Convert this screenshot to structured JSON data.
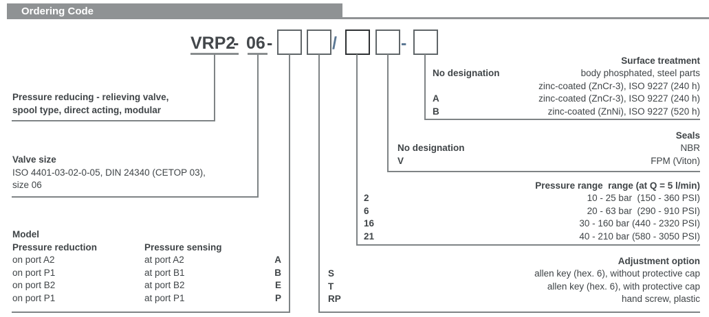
{
  "header": {
    "title": "Ordering Code"
  },
  "code": {
    "prefix": "VRP2",
    "dash1": "-",
    "size": "06",
    "dash2": "-",
    "slash": "/",
    "dash3": "-"
  },
  "sections": {
    "product": {
      "line1": "Pressure reducing - relieving valve,",
      "line2": "spool type, direct acting, modular"
    },
    "valve_size": {
      "title": "Valve size",
      "line1": "ISO 4401-03-02-0-05, DIN 24340 (CETOP 03),",
      "line2": "size 06"
    },
    "model": {
      "title": "Model",
      "col1_header": "Pressure reduction",
      "col2_header": "Pressure sensing",
      "rows": [
        {
          "reduction": "on port A2",
          "sensing": "at port A2",
          "code": "A"
        },
        {
          "reduction": "on port P1",
          "sensing": "at port B1",
          "code": "B"
        },
        {
          "reduction": "on port B2",
          "sensing": "at port B2",
          "code": "E"
        },
        {
          "reduction": "on port P1",
          "sensing": "at port P1",
          "code": "P"
        }
      ]
    },
    "adjustment": {
      "title": "Adjustment option",
      "rows": [
        {
          "code": "S",
          "desc": "allen key (hex. 6), without protective cap"
        },
        {
          "code": "T",
          "desc": "allen key (hex. 6), with protective cap"
        },
        {
          "code": "RP",
          "desc": "hand screw, plastic"
        }
      ]
    },
    "pressure_range": {
      "title": "Pressure range  range (at Q = 5 l/min)",
      "rows": [
        {
          "code": "2",
          "desc": "10 - 25 bar  (150 - 360 PSI)"
        },
        {
          "code": "6",
          "desc": "20 - 63 bar  (290 - 910 PSI)"
        },
        {
          "code": "16",
          "desc": "30 - 160 bar (440 - 2320 PSI)"
        },
        {
          "code": "21",
          "desc": "40 - 210 bar (580 - 3050 PSI)"
        }
      ]
    },
    "seals": {
      "title": "Seals",
      "rows": [
        {
          "code": "No designation",
          "desc": "NBR"
        },
        {
          "code": "V",
          "desc": "FPM (Viton)"
        }
      ]
    },
    "surface": {
      "title": "Surface treatment",
      "rows": [
        {
          "code": "No designation",
          "desc": "body phosphated, steel parts"
        },
        {
          "code": "",
          "desc": "zinc-coated (ZnCr-3), ISO 9227 (240 h)"
        },
        {
          "code": "A",
          "desc": "zinc-coated (ZnCr-3), ISO 9227 (240 h)"
        },
        {
          "code": "B",
          "desc": "zinc-coated (ZnNi), ISO 9227 (520 h)"
        }
      ]
    }
  },
  "colors": {
    "header_bar": "#8f9294",
    "text": "#3f4447",
    "connector_line": "#7e8385",
    "box_border": "#5f6568"
  }
}
